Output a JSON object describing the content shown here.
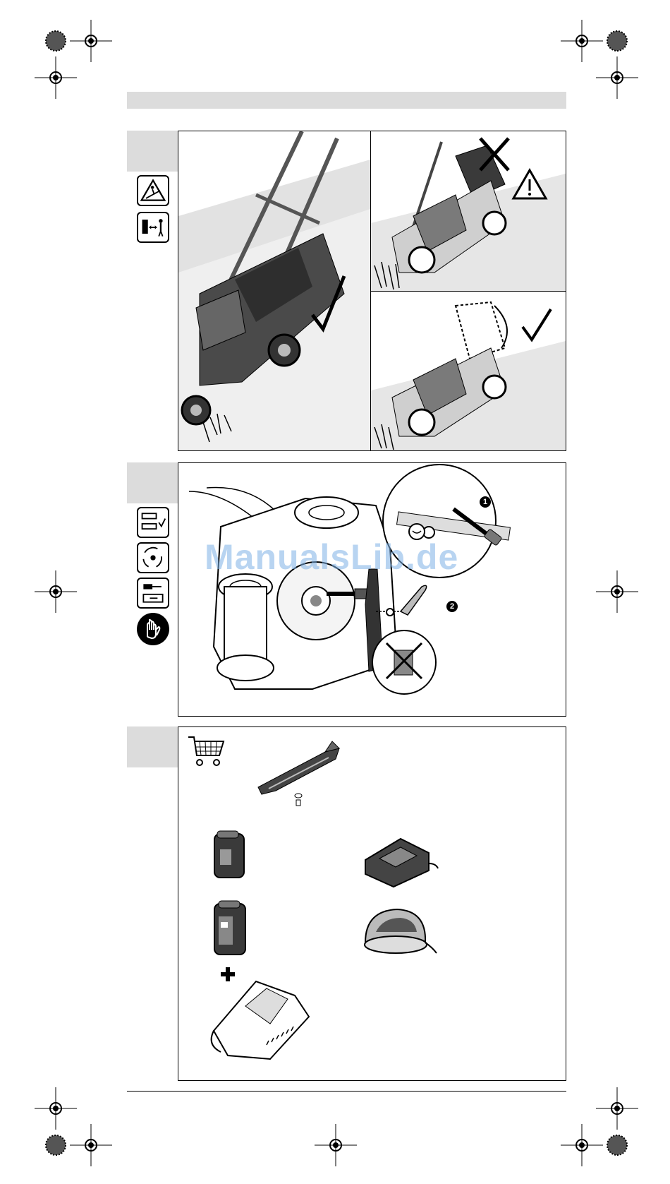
{
  "watermark": {
    "text": "ManualsLib.de"
  },
  "section2": {
    "callout_1": "1",
    "callout_2": "2"
  },
  "colors": {
    "tab_gray": "#dcdcdc",
    "watermark": "#7fb2e6",
    "line": "#000000"
  },
  "icons": {
    "section1": [
      "slope-warning-icon",
      "bystander-distance-icon"
    ],
    "section2": [
      "unplug-key-icon",
      "blade-rotation-icon",
      "remove-battery-icon",
      "gloves-icon"
    ],
    "section3": [
      "shopping-cart-icon"
    ]
  }
}
